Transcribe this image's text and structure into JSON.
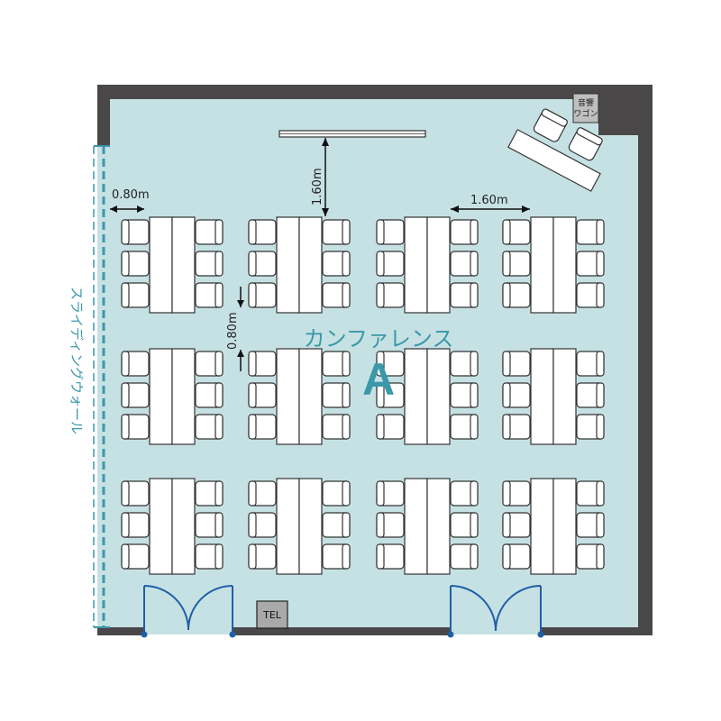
{
  "room": {
    "title": "カンファレンス",
    "letter": "A",
    "floor_color": "#c6e1e4",
    "wall_color": "#4a4749",
    "accent_color": "#3a98a8",
    "door_color": "#1f5fa8"
  },
  "labels": {
    "sliding_wall": "スライディングウォール",
    "sound_wagon": [
      "音響",
      "ワゴン"
    ],
    "tel": "TEL"
  },
  "dimensions": {
    "wall_to_table": "0.80m",
    "screen_to_table": "1.60m",
    "table_gap_horizontal": "1.60m",
    "row_gap": "0.80m"
  },
  "layout": {
    "table_rows": 3,
    "table_columns": 4,
    "chairs_per_side": 3
  }
}
